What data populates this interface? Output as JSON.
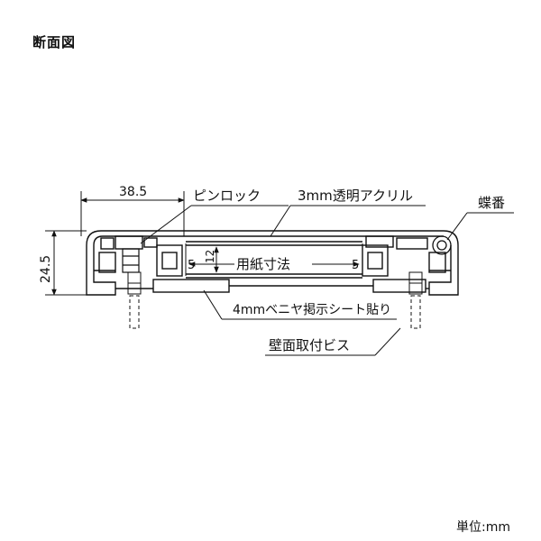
{
  "title": "断面図",
  "unit": "単位:mm",
  "dims": {
    "width": "38.5",
    "height": "24.5",
    "gap_left": "5",
    "gap_right": "5",
    "depth": "12",
    "paper": "用紙寸法"
  },
  "labels": {
    "pin_lock": "ピンロック",
    "acrylic": "3mm透明アクリル",
    "hinge": "蝶番",
    "backing": "4mmベニヤ掲示シート貼り",
    "screw": "壁面取付ビス"
  }
}
